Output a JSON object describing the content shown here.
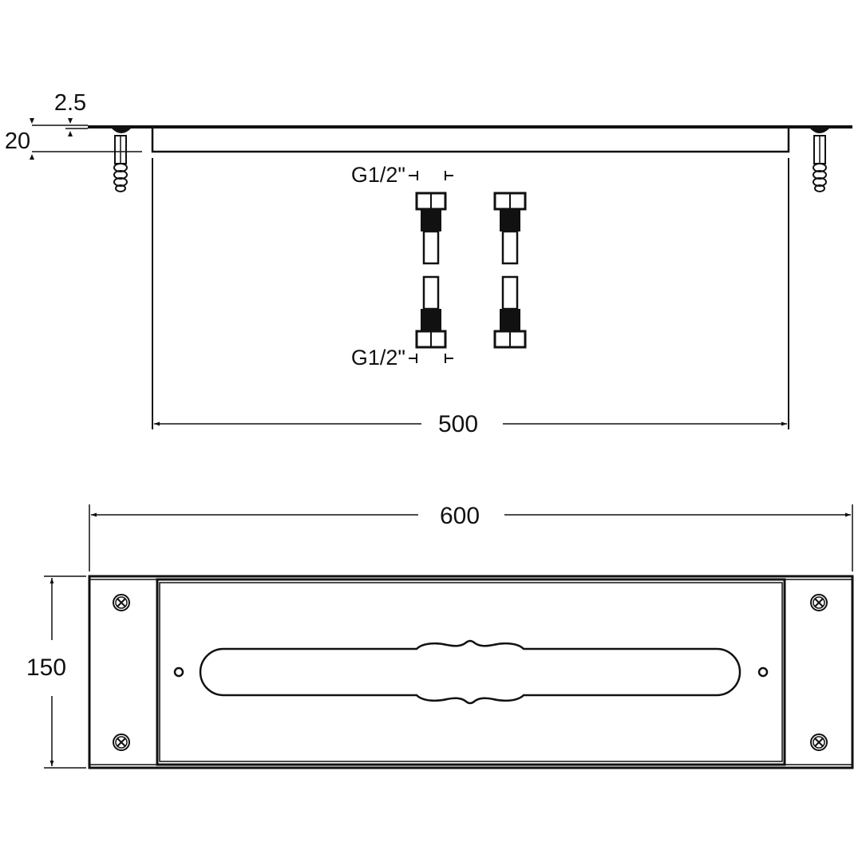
{
  "dimensions": {
    "flange_thickness": "2.5",
    "body_depth": "20",
    "inner_width": "500",
    "overall_width": "600",
    "overall_height": "150"
  },
  "connections": {
    "upper_thread": "G1/2\"",
    "lower_thread": "G1/2\""
  },
  "colors": {
    "line": "#111111",
    "background": "#ffffff"
  }
}
